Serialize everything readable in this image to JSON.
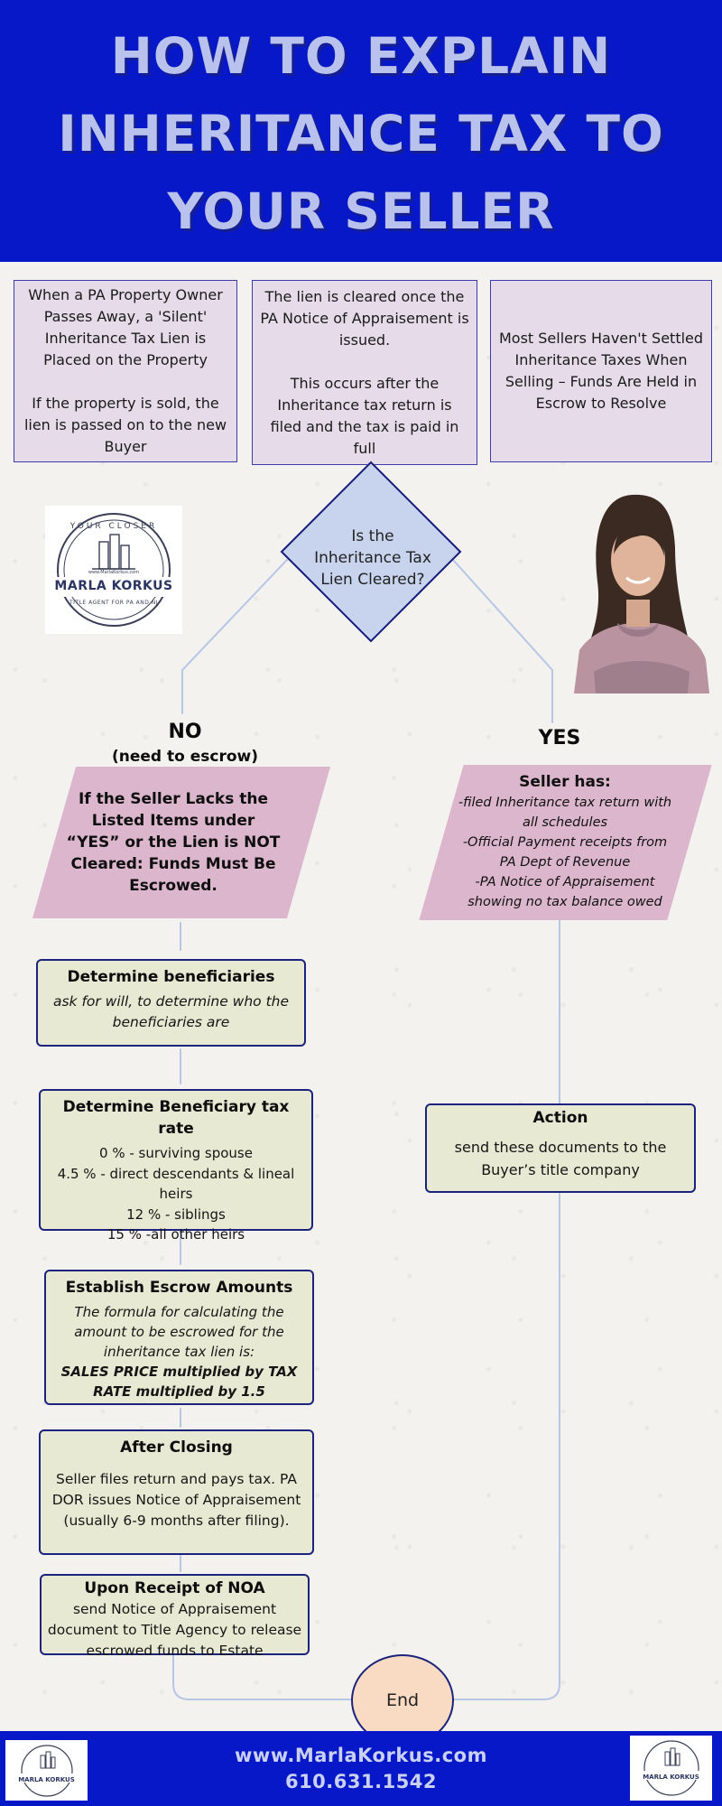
{
  "header": {
    "title_lines": [
      "HOW TO EXPLAIN",
      "INHERITANCE TAX TO",
      "YOUR SELLER"
    ]
  },
  "top_boxes": [
    {
      "paragraphs": [
        "When a PA Property Owner Passes Away, a 'Silent' Inheritance Tax Lien is Placed on the Property",
        "If the property is sold, the lien is passed on to the new Buyer"
      ]
    },
    {
      "paragraphs": [
        "The lien  is cleared once the PA Notice of Appraisement is issued.",
        "This occurs after the Inheritance tax return is filed and the tax is paid in full"
      ]
    },
    {
      "paragraphs": [
        "Most Sellers Haven't Settled Inheritance Taxes When Selling – Funds Are Held in Escrow to Resolve"
      ]
    }
  ],
  "logo": {
    "arc_text": "YOUR CLOSER",
    "url_small": "www.MarlaKorkus.com",
    "name": "MARLA KORKUS",
    "tagline": "TITLE AGENT FOR PA AND NJ"
  },
  "decision": {
    "question": "Is the Inheritance Tax Lien Cleared?"
  },
  "no_branch": {
    "heading": "NO",
    "subheading": "(need to escrow)",
    "box_text": "If the Seller Lacks the Listed Items under “YES” or the Lien is NOT Cleared: Funds Must Be Escrowed."
  },
  "yes_branch": {
    "heading": "YES",
    "box_title": "Seller has:",
    "box_items": [
      "-filed Inheritance tax return with all schedules",
      "-Official Payment receipts from PA Dept of Revenue",
      "-PA  Notice of Appraisement showing no tax balance owed"
    ]
  },
  "steps": {
    "beneficiaries": {
      "title": "Determine beneficiaries",
      "body": "ask for will,  to determine who the beneficiaries are"
    },
    "tax_rate": {
      "title": "Determine Beneficiary tax rate",
      "rates": [
        "0 %  - surviving spouse",
        "4.5 % - direct descendants & lineal heirs",
        "12 % - siblings",
        "15 % -all other heirs"
      ]
    },
    "escrow_amounts": {
      "title": "Establish Escrow Amounts",
      "body": "The formula for calculating the amount to be escrowed for the inheritance tax lien is:",
      "formula": "SALES PRICE multiplied by TAX RATE multiplied by 1.5"
    },
    "after_closing": {
      "title": "After Closing",
      "body": "Seller files return and pays tax. PA DOR issues Notice of Appraisement (usually 6-9 months after filing)."
    },
    "upon_receipt": {
      "title": "Upon Receipt of NOA",
      "body": "send Notice of Appraisement document  to Title Agency to release escrowed funds to Estate"
    },
    "action": {
      "title": "Action",
      "body": "send these documents to the Buyer’s title company"
    }
  },
  "end_label": "End",
  "footer": {
    "website": "www.MarlaKorkus.com",
    "phone": "610.631.1542"
  },
  "colors": {
    "brand_blue": "#0718c8",
    "header_text": "#b9c2ec",
    "top_box_fill": "#e5dbe9",
    "decision_fill": "#c8d3ee",
    "branch_fill": "#dbb6cd",
    "step_fill": "#e8e9d2",
    "end_fill": "#f9dbc4"
  }
}
